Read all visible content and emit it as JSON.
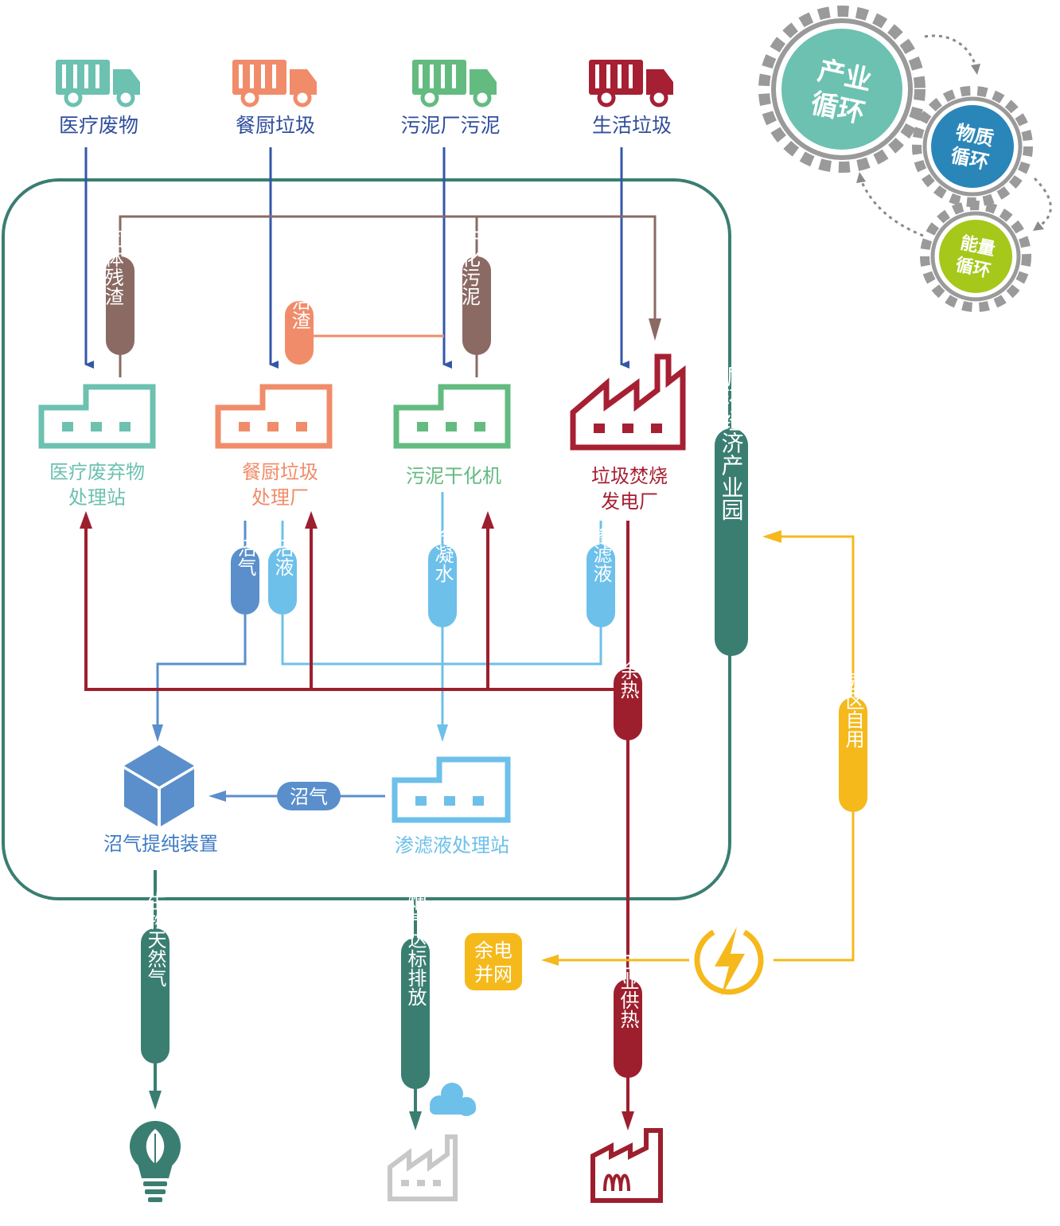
{
  "sources": [
    {
      "label": "医疗废物",
      "color": "#6cc1b0",
      "text_color": "#2f4e9c"
    },
    {
      "label": "餐厨垃圾",
      "color": "#f08c6a",
      "text_color": "#2f4e9c"
    },
    {
      "label": "污泥厂污泥",
      "color": "#63bb80",
      "text_color": "#2f4e9c"
    },
    {
      "label": "生活垃圾",
      "color": "#a61f32",
      "text_color": "#2f4e9c"
    }
  ],
  "facilities": [
    {
      "label1": "医疗废弃物",
      "label2": "处理站",
      "color": "#6cc1b0"
    },
    {
      "label1": "餐厨垃圾",
      "label2": "处理厂",
      "color": "#f08c6a"
    },
    {
      "label1": "污泥干化机",
      "label2": "",
      "color": "#63bb80"
    },
    {
      "label1": "垃圾焚烧",
      "label2": "发电厂",
      "color": "#a61f32"
    }
  ],
  "flows": {
    "solid_residue": "固体残渣",
    "biogas_residue": "沼渣",
    "dried_sludge": "干化污泥",
    "biogas_1": "沼气",
    "biogas_liquid": "沼液",
    "condensate": "冷凝水",
    "leachate": "渗滤液",
    "waste_heat": "余热",
    "biogas_2": "沼气",
    "bio_gas": "生物天然气",
    "flue_gas": "烟气达标排放",
    "industrial_heat": "工业供热",
    "surplus_power": "余电并网",
    "park_use": "园区自用",
    "park": "循环经济产业园"
  },
  "units": {
    "biogas_purifier": "沼气提纯装置",
    "leachate_station": "渗滤液处理站"
  },
  "gears": {
    "industry": "产业循环",
    "material": "物质循环",
    "energy": "能量循环"
  },
  "colors": {
    "blue_arrow": "#3357a8",
    "brown": "#8b6a64",
    "teal": "#3a7e72",
    "red": "#9d1f2e",
    "light_blue": "#6dc0ea",
    "mid_blue": "#5a8fcc",
    "yellow": "#f5b91c",
    "grey_gear": "#9a9a9a"
  }
}
